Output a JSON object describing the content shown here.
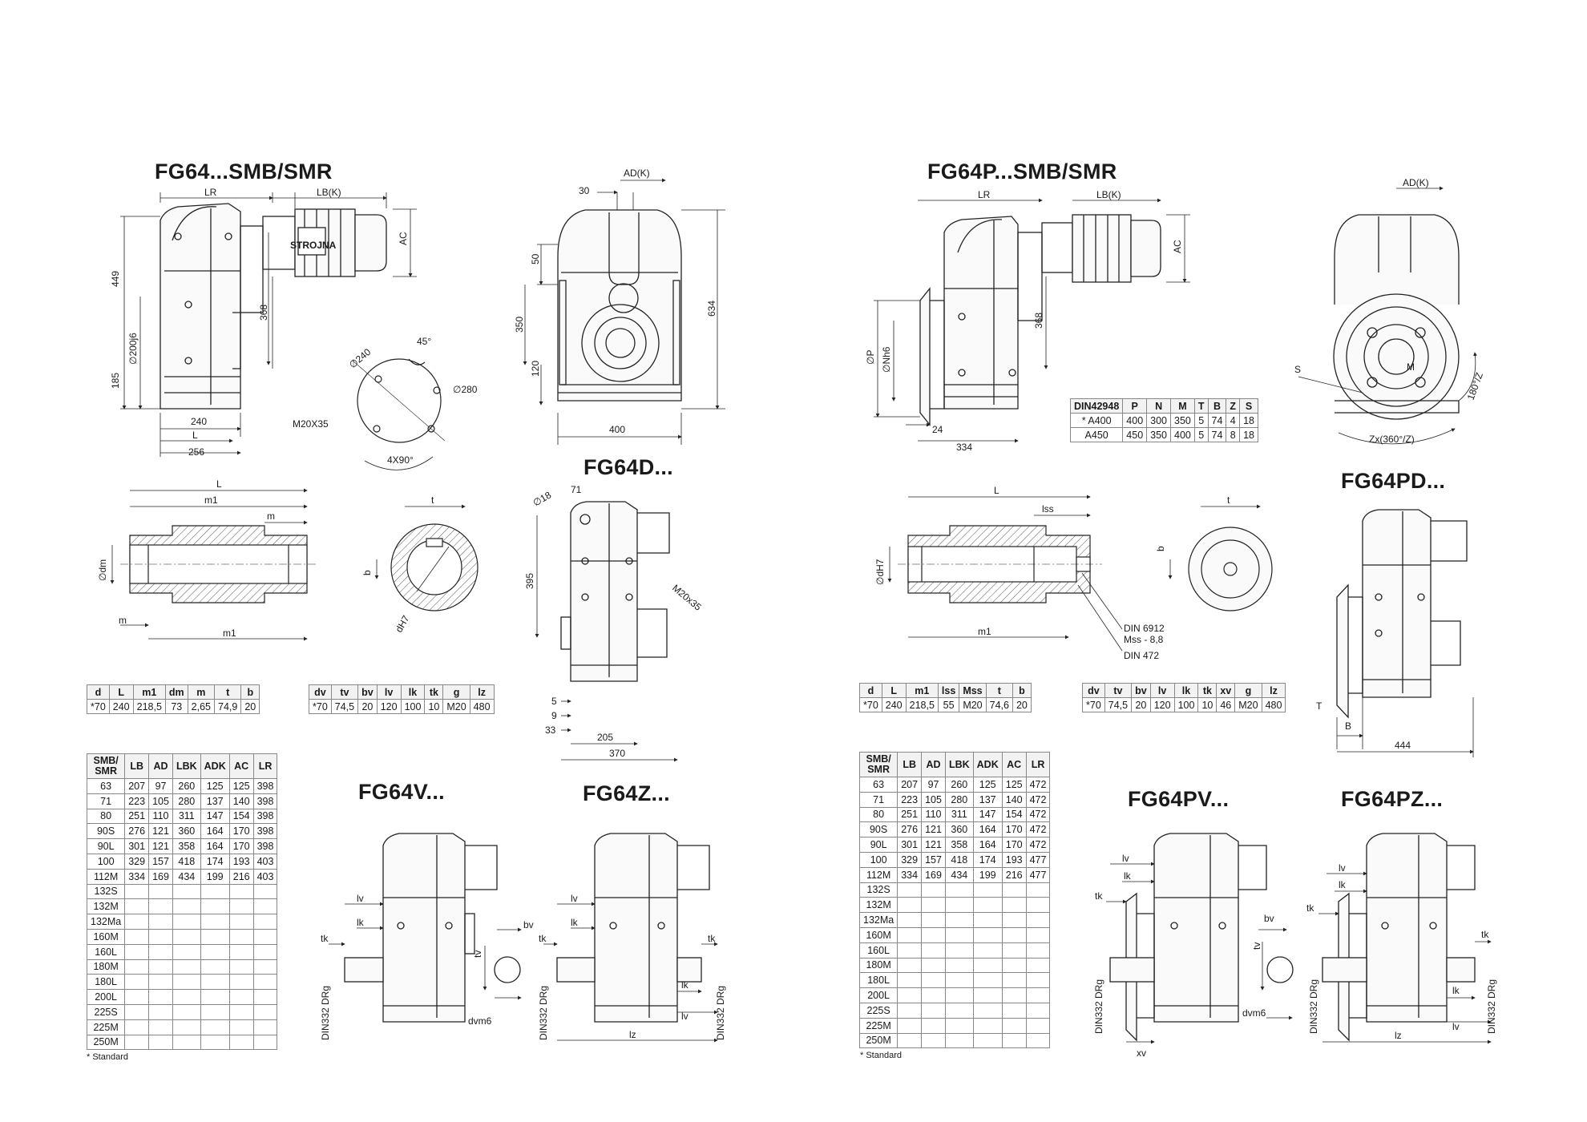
{
  "titles": {
    "left_main": "FG64...SMB/SMR",
    "right_main": "FG64P...SMB/SMR",
    "left_d": "FG64D...",
    "right_d": "FG64PD...",
    "left_v": "FG64V...",
    "left_z": "FG64Z...",
    "right_v": "FG64PV...",
    "right_z": "FG64PZ..."
  },
  "dims_left_top": {
    "LR": "LR",
    "LBK": "LB(K)",
    "ADK": "AD(K)",
    "AC": "AC",
    "h449": "449",
    "h368": "368",
    "d200": "∅200j6",
    "h185": "185",
    "w240": "240",
    "wL": "L",
    "w256": "256",
    "c30": "30",
    "h50": "50",
    "h350": "350",
    "h120": "120",
    "h634": "634",
    "w400": "400",
    "f240": "∅240",
    "a45": "45°",
    "f280": "∅280",
    "m2035": "M20X35",
    "a490": "4X90°"
  },
  "dims_right_top": {
    "LR": "LR",
    "LBK": "LB(K)",
    "ADK": "AD(K)",
    "AC": "AC",
    "h368": "368",
    "dP": "∅P",
    "dNh6": "∅Nh6",
    "w24": "24",
    "w334": "334",
    "S": "S",
    "M": "M",
    "a180": "180°/Z",
    "zx": "Zx(360°/Z)"
  },
  "dims_left_mid": {
    "L": "L",
    "m1": "m1",
    "m": "m",
    "dm": "∅dm",
    "m1b": "m1",
    "mb": "m",
    "t": "t",
    "b": "b",
    "dH7": "dH7",
    "d18": "∅18",
    "h71": "71",
    "h395": "395",
    "m20": "M20x35",
    "r5": "5",
    "r9": "9",
    "r33": "33",
    "w205": "205",
    "w370": "370"
  },
  "dims_right_mid": {
    "L": "L",
    "lss": "lss",
    "dH7": "∅dH7",
    "m1": "m1",
    "t": "t",
    "b": "b",
    "din6912": "DIN 6912",
    "mss": "Mss - 8,8",
    "din472": "DIN 472",
    "T": "T",
    "B": "B",
    "w444": "444"
  },
  "dims_bottom": {
    "lv": "lv",
    "lk": "lk",
    "tk": "tk",
    "bv": "bv",
    "tv": "tv",
    "dvm6": "dvm6",
    "din": "DIN332 DRg",
    "lz": "lz",
    "xv": "xv"
  },
  "table_shaft_left": {
    "headers": [
      "d",
      "L",
      "m1",
      "dm",
      "m",
      "t",
      "b"
    ],
    "rows": [
      [
        "*70",
        "240",
        "218,5",
        "73",
        "2,65",
        "74,9",
        "20"
      ]
    ]
  },
  "table_shaft_right": {
    "headers": [
      "d",
      "L",
      "m1",
      "lss",
      "Mss",
      "t",
      "b"
    ],
    "rows": [
      [
        "*70",
        "240",
        "218,5",
        "55",
        "M20",
        "74,6",
        "20"
      ]
    ]
  },
  "table_output_left": {
    "headers": [
      "dv",
      "tv",
      "bv",
      "lv",
      "lk",
      "tk",
      "g",
      "lz"
    ],
    "rows": [
      [
        "*70",
        "74,5",
        "20",
        "120",
        "100",
        "10",
        "M20",
        "480"
      ]
    ]
  },
  "table_output_right": {
    "headers": [
      "dv",
      "tv",
      "bv",
      "lv",
      "lk",
      "tk",
      "xv",
      "g",
      "lz"
    ],
    "rows": [
      [
        "*70",
        "74,5",
        "20",
        "120",
        "100",
        "10",
        "46",
        "M20",
        "480"
      ]
    ]
  },
  "table_flange": {
    "headers": [
      "DIN42948",
      "P",
      "N",
      "M",
      "T",
      "B",
      "Z",
      "S"
    ],
    "rows": [
      [
        "* A400",
        "400",
        "300",
        "350",
        "5",
        "74",
        "4",
        "18"
      ],
      [
        "A450",
        "450",
        "350",
        "400",
        "5",
        "74",
        "8",
        "18"
      ]
    ]
  },
  "table_motor_left": {
    "headers": [
      "SMB/\nSMR",
      "LB",
      "AD",
      "LBK",
      "ADK",
      "AC",
      "LR"
    ],
    "rows": [
      [
        "63",
        "207",
        "97",
        "260",
        "125",
        "125",
        "398"
      ],
      [
        "71",
        "223",
        "105",
        "280",
        "137",
        "140",
        "398"
      ],
      [
        "80",
        "251",
        "110",
        "311",
        "147",
        "154",
        "398"
      ],
      [
        "90S",
        "276",
        "121",
        "360",
        "164",
        "170",
        "398"
      ],
      [
        "90L",
        "301",
        "121",
        "358",
        "164",
        "170",
        "398"
      ],
      [
        "100",
        "329",
        "157",
        "418",
        "174",
        "193",
        "403"
      ],
      [
        "112M",
        "334",
        "169",
        "434",
        "199",
        "216",
        "403"
      ],
      [
        "132S",
        "",
        "",
        "",
        "",
        "",
        ""
      ],
      [
        "132M",
        "",
        "",
        "",
        "",
        "",
        ""
      ],
      [
        "132Ma",
        "",
        "",
        "",
        "",
        "",
        ""
      ],
      [
        "160M",
        "",
        "",
        "",
        "",
        "",
        ""
      ],
      [
        "160L",
        "",
        "",
        "",
        "",
        "",
        ""
      ],
      [
        "180M",
        "",
        "",
        "",
        "",
        "",
        ""
      ],
      [
        "180L",
        "",
        "",
        "",
        "",
        "",
        ""
      ],
      [
        "200L",
        "",
        "",
        "",
        "",
        "",
        ""
      ],
      [
        "225S",
        "",
        "",
        "",
        "",
        "",
        ""
      ],
      [
        "225M",
        "",
        "",
        "",
        "",
        "",
        ""
      ],
      [
        "250M",
        "",
        "",
        "",
        "",
        "",
        ""
      ]
    ]
  },
  "table_motor_right": {
    "headers": [
      "SMB/\nSMR",
      "LB",
      "AD",
      "LBK",
      "ADK",
      "AC",
      "LR"
    ],
    "rows": [
      [
        "63",
        "207",
        "97",
        "260",
        "125",
        "125",
        "472"
      ],
      [
        "71",
        "223",
        "105",
        "280",
        "137",
        "140",
        "472"
      ],
      [
        "80",
        "251",
        "110",
        "311",
        "147",
        "154",
        "472"
      ],
      [
        "90S",
        "276",
        "121",
        "360",
        "164",
        "170",
        "472"
      ],
      [
        "90L",
        "301",
        "121",
        "358",
        "164",
        "170",
        "472"
      ],
      [
        "100",
        "329",
        "157",
        "418",
        "174",
        "193",
        "477"
      ],
      [
        "112M",
        "334",
        "169",
        "434",
        "199",
        "216",
        "477"
      ],
      [
        "132S",
        "",
        "",
        "",
        "",
        "",
        ""
      ],
      [
        "132M",
        "",
        "",
        "",
        "",
        "",
        ""
      ],
      [
        "132Ma",
        "",
        "",
        "",
        "",
        "",
        ""
      ],
      [
        "160M",
        "",
        "",
        "",
        "",
        "",
        ""
      ],
      [
        "160L",
        "",
        "",
        "",
        "",
        "",
        ""
      ],
      [
        "180M",
        "",
        "",
        "",
        "",
        "",
        ""
      ],
      [
        "180L",
        "",
        "",
        "",
        "",
        "",
        ""
      ],
      [
        "200L",
        "",
        "",
        "",
        "",
        "",
        ""
      ],
      [
        "225S",
        "",
        "",
        "",
        "",
        "",
        ""
      ],
      [
        "225M",
        "",
        "",
        "",
        "",
        "",
        ""
      ],
      [
        "250M",
        "",
        "",
        "",
        "",
        "",
        ""
      ]
    ]
  },
  "footnotes": {
    "left": "* Standard",
    "right": "* Standard"
  },
  "logo_text": "STROJNA"
}
